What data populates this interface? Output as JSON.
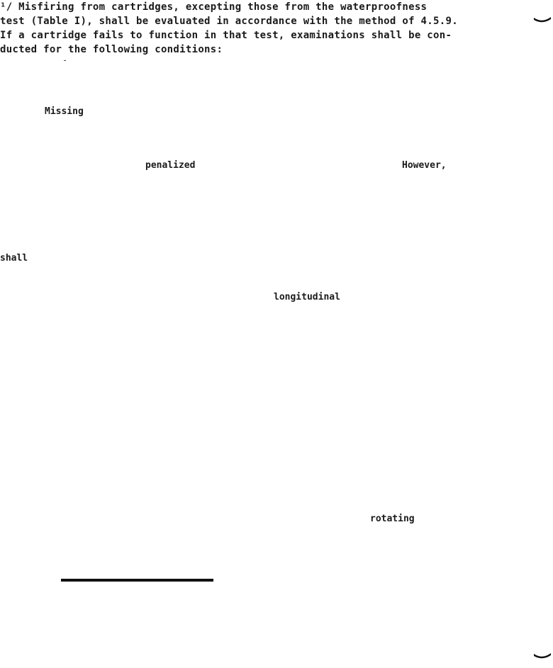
{
  "paragraph": {
    "line1": "¹/ Misfiring from cartridges, excepting those from the waterproofness",
    "line2": "test (Table I), shall be evaluated in accordance with the method of 4.5.9.",
    "line3": "If a cartridge fails to function in that test, examinations shall be con-",
    "line4": "ducted for the following conditions:"
  },
  "fragments": {
    "missing": "Missing",
    "penalized": "penalized",
    "however": "However,",
    "shall": "shall",
    "longitudinal": "longitudinal",
    "rotating": "rotating"
  },
  "icons": {
    "corner_mark_top": "scan-corner-mark",
    "corner_mark_bottom": "scan-corner-mark"
  },
  "colors": {
    "text": "#1a1a1a",
    "rule": "#111111",
    "background": "#ffffff"
  }
}
